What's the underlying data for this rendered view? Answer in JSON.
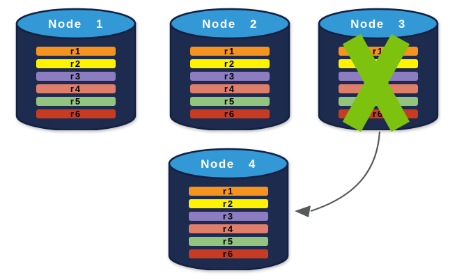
{
  "colors": {
    "background": "#FFFFFF",
    "cylinder_body": "#1C2B4E",
    "cylinder_outline": "#122142",
    "cylinder_top": "#3399D6",
    "title_text": "#FFFFFF",
    "bar_text": "#000000",
    "x_mark": "#7CC20F",
    "arrow": "#58595B"
  },
  "records": [
    {
      "label": "r1",
      "color": "#F6921E"
    },
    {
      "label": "r2",
      "color": "#FFF200"
    },
    {
      "label": "r3",
      "color": "#8C7CC0"
    },
    {
      "label": "r4",
      "color": "#DF7E6B"
    },
    {
      "label": "r5",
      "color": "#93C47D"
    },
    {
      "label": "r6",
      "color": "#C63B22"
    }
  ],
  "nodes": [
    {
      "label": "Node 1",
      "failed": false
    },
    {
      "label": "Node 2",
      "failed": false
    },
    {
      "label": "Node 3",
      "failed": true
    },
    {
      "label": "Node 4",
      "failed": false
    }
  ],
  "icons": {
    "failure": "x-mark-icon",
    "failover": "curved-arrow-icon",
    "node": "database-cylinder-icon"
  }
}
